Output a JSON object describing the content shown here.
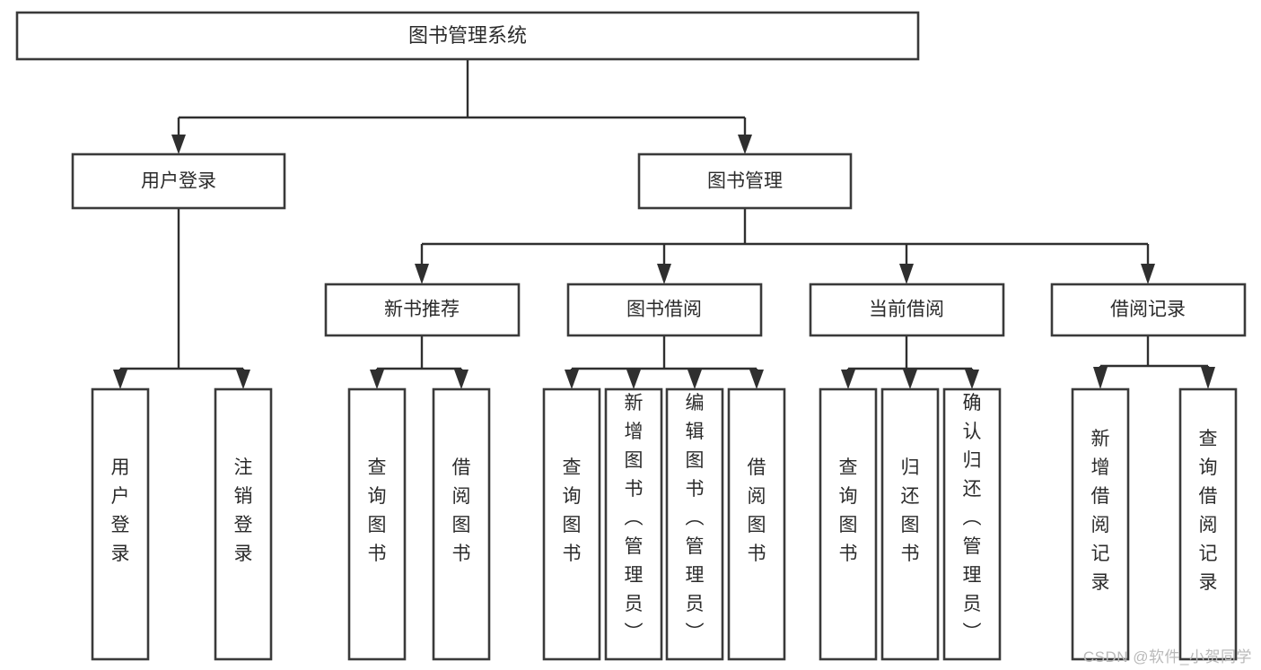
{
  "diagram": {
    "title": "图书管理系统",
    "type": "tree",
    "watermark": "CSDN @软件_小贺同学",
    "colors": {
      "box_stroke": "#3a3a3a",
      "box_fill": "#ffffff",
      "connector": "#2f2f2f",
      "text": "#2b2b2b",
      "watermark": "#b9b9b9",
      "background": "#ffffff"
    },
    "root": {
      "label": "图书管理系统"
    },
    "level2": [
      {
        "label": "用户登录"
      },
      {
        "label": "图书管理"
      }
    ],
    "level3": [
      {
        "label": "新书推荐"
      },
      {
        "label": "图书借阅"
      },
      {
        "label": "当前借阅"
      },
      {
        "label": "借阅记录"
      }
    ],
    "leaves": {
      "user_login": [
        {
          "label": "用户登录"
        },
        {
          "label": "注销登录"
        }
      ],
      "new_book_recommend": [
        {
          "label": "查询图书"
        },
        {
          "label": "借阅图书"
        }
      ],
      "book_borrow": [
        {
          "label": "查询图书"
        },
        {
          "label": "新增图书（管理员）"
        },
        {
          "label": "编辑图书（管理员）"
        },
        {
          "label": "借阅图书"
        }
      ],
      "current_borrow": [
        {
          "label": "查询图书"
        },
        {
          "label": "归还图书"
        },
        {
          "label": "确认归还（管理员）"
        }
      ],
      "borrow_record": [
        {
          "label": "新增借阅记录"
        },
        {
          "label": "查询借阅记录"
        }
      ]
    }
  }
}
